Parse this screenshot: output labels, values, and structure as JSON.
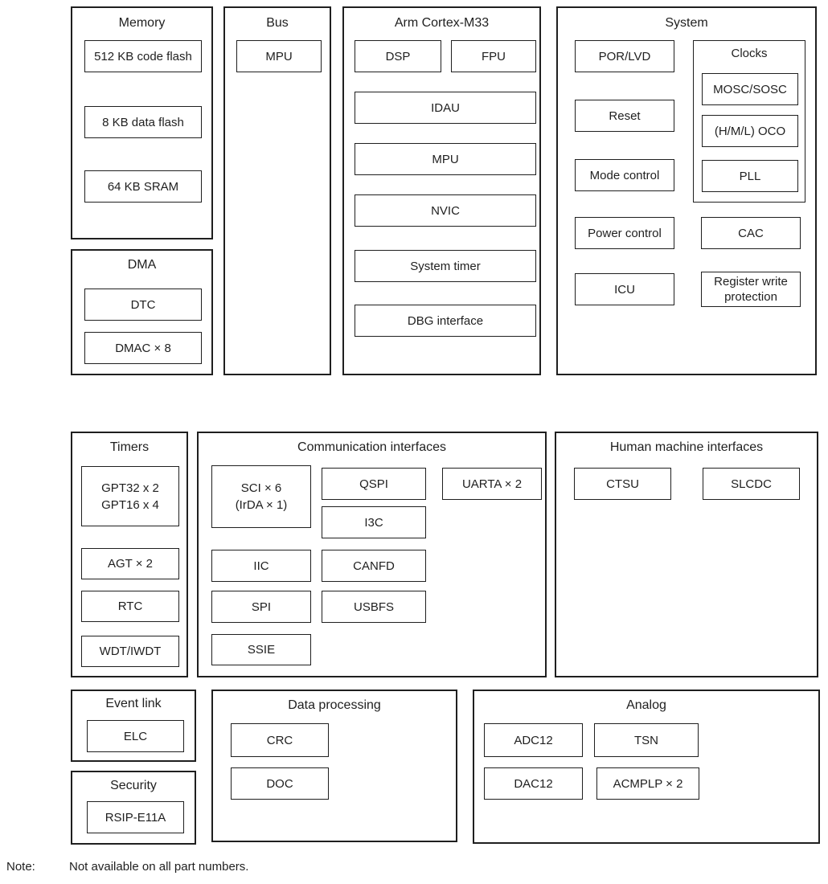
{
  "diagram": {
    "memory": {
      "title": "Memory",
      "items": {
        "code_flash": "512 KB code flash",
        "data_flash": "8 KB data flash",
        "sram": "64 KB SRAM"
      }
    },
    "dma": {
      "title": "DMA",
      "items": {
        "dtc": "DTC",
        "dmac": "DMAC × 8"
      }
    },
    "bus": {
      "title": "Bus",
      "items": {
        "mpu": "MPU"
      }
    },
    "cortex": {
      "title": "Arm Cortex-M33",
      "items": {
        "dsp": "DSP",
        "fpu": "FPU",
        "idau": "IDAU",
        "mpu": "MPU",
        "nvic": "NVIC",
        "system_timer": "System timer",
        "dbg_interface": "DBG interface"
      }
    },
    "system": {
      "title": "System",
      "items": {
        "por_lvd": "POR/LVD",
        "reset": "Reset",
        "mode_control": "Mode control",
        "power_control": "Power control",
        "icu": "ICU",
        "cac": "CAC",
        "register_write_protection": "Register write protection"
      },
      "clocks": {
        "title": "Clocks",
        "items": {
          "mosc_sosc": "MOSC/SOSC",
          "hml_oco": "(H/M/L) OCO",
          "pll": "PLL"
        }
      }
    },
    "timers": {
      "title": "Timers",
      "items": {
        "gpt_line1": "GPT32 x 2",
        "gpt_line2": "GPT16 x 4",
        "agt": "AGT × 2",
        "rtc": "RTC",
        "wdt": "WDT/IWDT"
      }
    },
    "comm": {
      "title": "Communication interfaces",
      "items": {
        "sci_line1": "SCI × 6",
        "sci_line2": "(IrDA × 1)",
        "qspi": "QSPI",
        "i3c": "I3C",
        "uarta": "UARTA × 2",
        "iic": "IIC",
        "canfd": "CANFD",
        "spi": "SPI",
        "usbfs": "USBFS",
        "ssie": "SSIE"
      }
    },
    "hmi": {
      "title": "Human machine interfaces",
      "items": {
        "ctsu": "CTSU",
        "slcdc": "SLCDC"
      }
    },
    "event_link": {
      "title": "Event link",
      "items": {
        "elc": "ELC"
      }
    },
    "security": {
      "title": "Security",
      "items": {
        "rsip": "RSIP-E11A"
      }
    },
    "data_processing": {
      "title": "Data processing",
      "items": {
        "crc": "CRC",
        "doc": "DOC"
      }
    },
    "analog": {
      "title": "Analog",
      "items": {
        "adc12": "ADC12",
        "tsn": "TSN",
        "dac12": "DAC12",
        "acmplp": "ACMPLP × 2"
      }
    }
  },
  "note": {
    "label": "Note:",
    "text": "Not available on all part numbers."
  },
  "colors": {
    "border": "#1f1f1f",
    "text": "#1f1f1f",
    "background": "#ffffff"
  }
}
